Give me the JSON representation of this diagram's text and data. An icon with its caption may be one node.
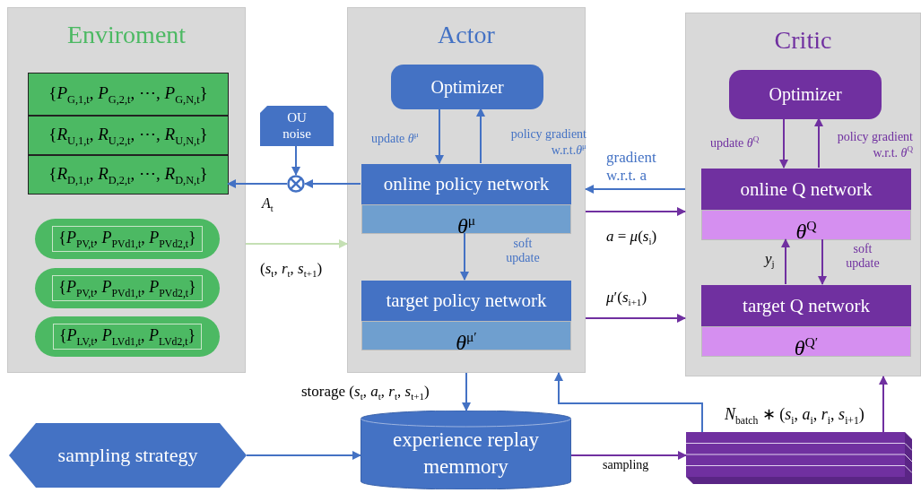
{
  "diagram": {
    "nodes": [
      {
        "text": [
          "Enviroment"
        ]
      },
      {
        "text": [
          "{*P*$_{G,1,t}$, *P*$_{G,2,t}$, ⋯, *P*$_{G,N,t}$}"
        ],
        "in": 0
      },
      {
        "text": [
          "{*R*$_{U,1,t}$, *R*$_{U,2,t}$, ⋯, *R*$_{U,N,t}$}"
        ],
        "in": 0
      },
      {
        "text": [
          "{*R*$_{D,1,t}$, *R*$_{D,2,t}$, ⋯, *R*$_{D,N,t}$}"
        ],
        "in": 0
      },
      {
        "text": [
          "{*P*$_{PV,t}$, *P*$_{PVd1,t}$, *P*$_{PVd2,t}$}"
        ],
        "in": 0
      },
      {
        "text": [
          "{*P*$_{PV,t}$, *P*$_{PVd1,t}$, *P*$_{PVd2,t}$}"
        ],
        "in": 0
      },
      {
        "text": [
          "{*P*$_{LV,t}$, *P*$_{LVd1,t}$, *P*$_{LVd2,t}$}"
        ],
        "in": 0
      },
      {
        "text": [
          "OU noise"
        ]
      },
      {
        "text": [],
        "shape": "circle"
      },
      {
        "text": [
          "Actor"
        ]
      },
      {
        "text": [
          "Optimizer"
        ],
        "in": 9
      },
      {
        "text": [
          "online policy network",
          "*θ*$^{μ}$"
        ],
        "in": 9
      },
      {
        "text": [
          "target policy network",
          "*θ*$^{μ′}$"
        ],
        "in": 9
      },
      {
        "text": [
          "Critic"
        ]
      },
      {
        "text": [
          "Optimizer"
        ],
        "in": 13
      },
      {
        "text": [
          "online Q network",
          "*θ*$^{Q}$"
        ],
        "in": 13
      },
      {
        "text": [
          "target Q network",
          "*θ*$^{Q′}$"
        ],
        "in": 13
      },
      {
        "text": [
          "sampling strategy"
        ]
      },
      {
        "text": [
          "experience replay memmory"
        ]
      },
      {
        "text": [],
        "shape": "box",
        "beside": [
          "*N*$_{batch}$ ∗ (*s*$_{i}$, *a*$_{i}$, *r*$_{i}$, *s*$_{i+1}$)"
        ]
      }
    ],
    "edges": [
      {
        "from": 7,
        "to": 8,
        "arrow": "to"
      },
      {
        "from": 11,
        "to": 8,
        "arrow": "to"
      },
      {
        "from": 8,
        "to": 3,
        "arrow": "to",
        "label": "*A*$_{t}$"
      },
      {
        "from": 0,
        "to": 9,
        "arrow": "to",
        "label": "(*s*$_{t}$, *r*$_{t}$, *s*$_{t+1}$)",
        "color": "#c5e0b4"
      },
      {
        "from": 10,
        "to": 11,
        "arrow": "to",
        "label": "update *θ*$^{μ}$"
      },
      {
        "from": 11,
        "to": 10,
        "arrow": "to",
        "label": "policy gradient w.r.t.*θ*$^{μ}$"
      },
      {
        "from": 13,
        "to": 9,
        "arrow": "to",
        "label": "gradient w.r.t. a"
      },
      {
        "from": 9,
        "to": 13,
        "arrow": "to",
        "label": "*a* = *μ*(*s*$_{i}$)",
        "color": "#7030a0"
      },
      {
        "from": 11,
        "to": 12,
        "arrow": "to",
        "label": "soft update"
      },
      {
        "from": 9,
        "to": 13,
        "arrow": "to",
        "label": "*μ*′(*s*$_{i+1}$)",
        "color": "#7030a0"
      },
      {
        "from": 14,
        "to": 15,
        "arrow": "to",
        "label": "update *θ*$^{Q}$",
        "color": "#7030a0"
      },
      {
        "from": 15,
        "to": 14,
        "arrow": "to",
        "label": "policy gradient w.r.t. *θ*$^{Q}$",
        "color": "#7030a0"
      },
      {
        "from": 16,
        "to": 15,
        "arrow": "to",
        "label": "*y*$_{j}$",
        "color": "#7030a0"
      },
      {
        "from": 15,
        "to": 16,
        "arrow": "to",
        "label": "soft update",
        "color": "#7030a0"
      },
      {
        "from": 9,
        "to": 18,
        "arrow": "to",
        "label": "storage (*s*$_{t}$, *a*$_{t}$, *r*$_{t}$, *s*$_{t+1}$)"
      },
      {
        "from": 17,
        "to": 18,
        "arrow": "to"
      },
      {
        "from": 18,
        "to": 19,
        "arrow": "to",
        "label": "sampling",
        "color": "#7030a0"
      },
      {
        "from": 19,
        "to": 9,
        "arrow": "to"
      },
      {
        "from": 19,
        "to": 13,
        "arrow": "to",
        "color": "#7030a0"
      }
    ]
  }
}
